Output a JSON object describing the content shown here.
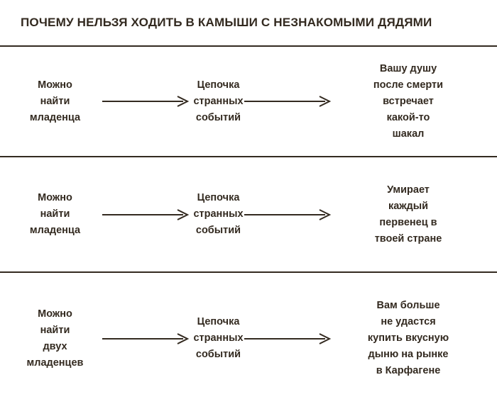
{
  "poster": {
    "title": "ПОЧЕМУ НЕЛЬЗЯ ХОДИТЬ В КАМЫШИ С НЕЗНАКОМЫМИ ДЯДЯМИ",
    "text_color": "#332a20",
    "background_color": "#ffffff",
    "rows": [
      {
        "cause": "Можно\nнайти\nмладенца",
        "middle": "Цепочка\nстранных\nсобытий",
        "result": "Вашу душу\nпосле смерти\nвстречает\nкакой-то\nшакал"
      },
      {
        "cause": "Можно\nнайти\nмладенца",
        "middle": "Цепочка\nстранных\nсобытий",
        "result": "Умирает\nкаждый\nпервенец в\nтвоей стране"
      },
      {
        "cause": "Можно\nнайти\nдвух\nмладенцев",
        "middle": "Цепочка\nстранных\nсобытий",
        "result": "Вам больше\nне удастся\nкупить вкусную\nдыню на рынке\nв Карфагене"
      }
    ]
  }
}
